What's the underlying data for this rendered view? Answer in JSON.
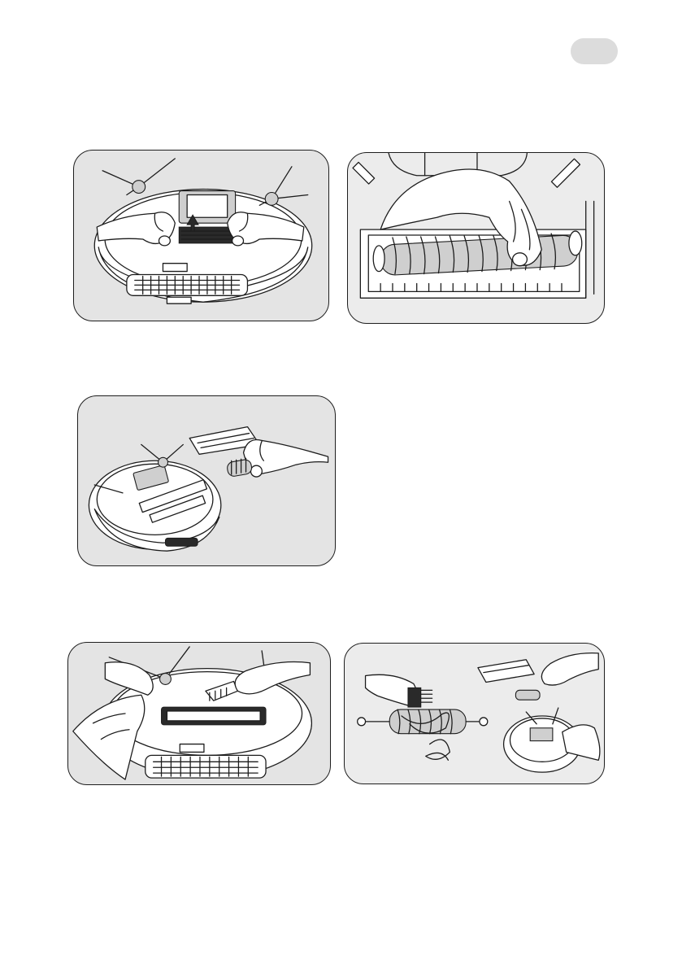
{
  "colors": {
    "panel_background": "#e4e4e4",
    "panel_border": "#1e1e1e",
    "page_tab": "#dcdcdc"
  },
  "illustrations": [
    {
      "icon": "robot-vacuum-remove-brush-cover-illustration"
    },
    {
      "icon": "lift-out-main-brush-illustration"
    },
    {
      "icon": "clean-brush-and-cover-illustration"
    },
    {
      "icon": "wipe-brush-compartment-illustration"
    },
    {
      "icon": "remove-hair-from-brush-illustration"
    }
  ]
}
